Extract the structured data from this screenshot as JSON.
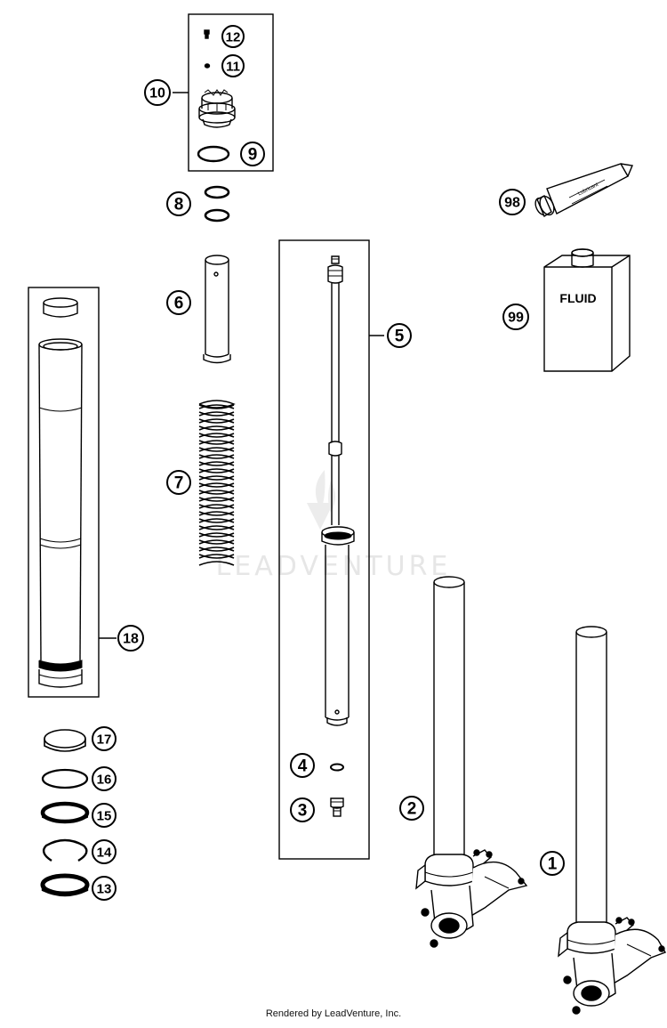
{
  "callouts": {
    "c1": "1",
    "c2": "2",
    "c3": "3",
    "c4": "4",
    "c5": "5",
    "c6": "6",
    "c7": "7",
    "c8": "8",
    "c9": "9",
    "c10": "10",
    "c11": "11",
    "c12": "12",
    "c13": "13",
    "c14": "14",
    "c15": "15",
    "c16": "16",
    "c17": "17",
    "c18": "18",
    "c98": "98",
    "c99": "99"
  },
  "fluid_label": "FLUID",
  "tube_label": "Lubricant",
  "watermark": "LEADVENTURE",
  "footer": "Rendered by LeadVenture, Inc.",
  "colors": {
    "line": "#000000",
    "background": "#ffffff",
    "watermark": "#e6e6e6"
  }
}
